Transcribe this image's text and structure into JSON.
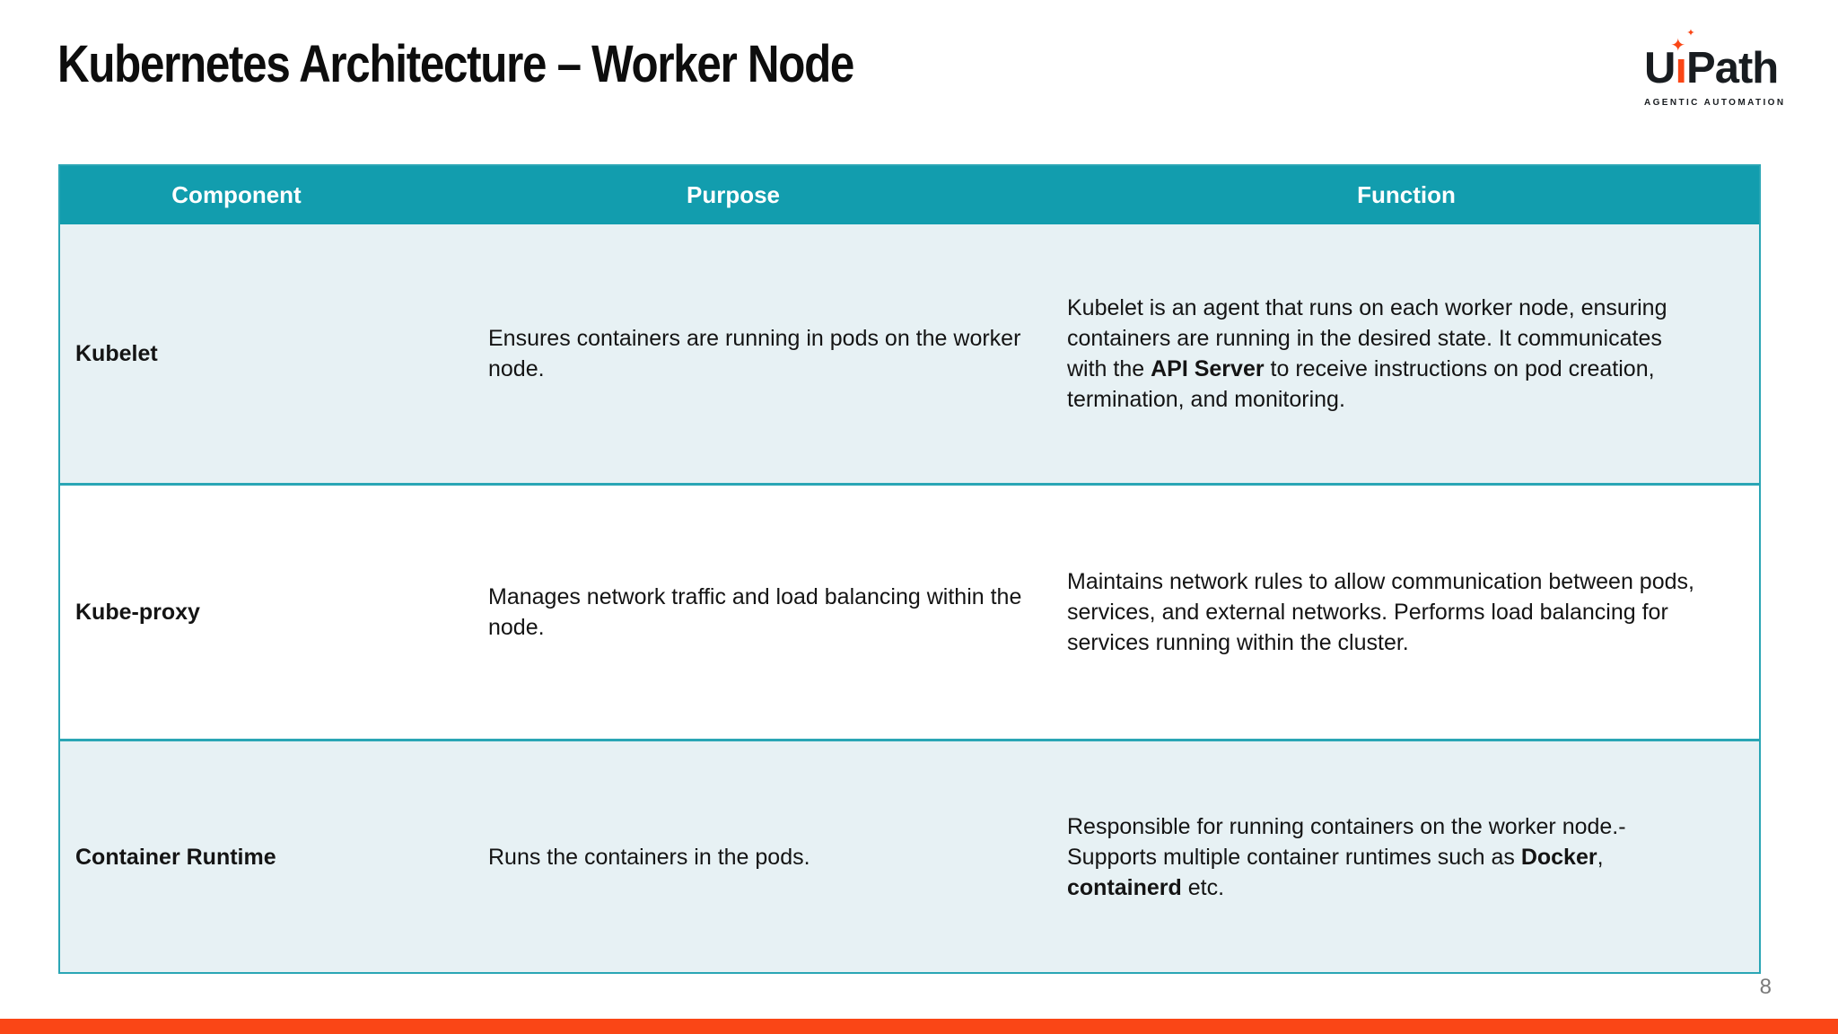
{
  "title": "Kubernetes Architecture – Worker Node",
  "page_number": "8",
  "logo": {
    "word_u": "U",
    "word_i_stem": "ı",
    "word_path": "Path",
    "sparkle": "✦",
    "tagline": "AGENTIC AUTOMATION"
  },
  "colors": {
    "header_bg": "#129DAE",
    "table_border": "#2AA6B5",
    "row_alt_bg": "#E7F1F4",
    "accent_orange": "#FA4616",
    "header_text": "#FFFFFF",
    "page_number_gray": "#7A7A7A",
    "body_text": "#141414"
  },
  "table": {
    "headers": [
      "Component",
      "Purpose",
      "Function"
    ],
    "rows": [
      {
        "component": "Kubelet",
        "purpose": "Ensures containers are running in pods on the worker node.",
        "function": [
          {
            "t": "Kubelet is an agent that runs on each worker node, ensuring containers are running in the desired state. It communicates with the ",
            "b": false
          },
          {
            "t": "API Server",
            "b": true
          },
          {
            "t": " to receive instructions on pod creation, termination, and monitoring.",
            "b": false
          }
        ]
      },
      {
        "component": "Kube-proxy",
        "purpose": "Manages network traffic and load balancing within the node.",
        "function": [
          {
            "t": "Maintains network rules to allow communication between pods, services, and external networks. Performs load balancing for services running within the cluster.",
            "b": false
          }
        ]
      },
      {
        "component": "Container Runtime",
        "purpose": "Runs the containers in the pods.",
        "function": [
          {
            "t": "Responsible for running containers on the worker node.- Supports multiple container runtimes such as ",
            "b": false
          },
          {
            "t": "Docker",
            "b": true
          },
          {
            "t": ", ",
            "b": false
          },
          {
            "t": "containerd",
            "b": true
          },
          {
            "t": " etc.",
            "b": false
          }
        ]
      }
    ]
  }
}
